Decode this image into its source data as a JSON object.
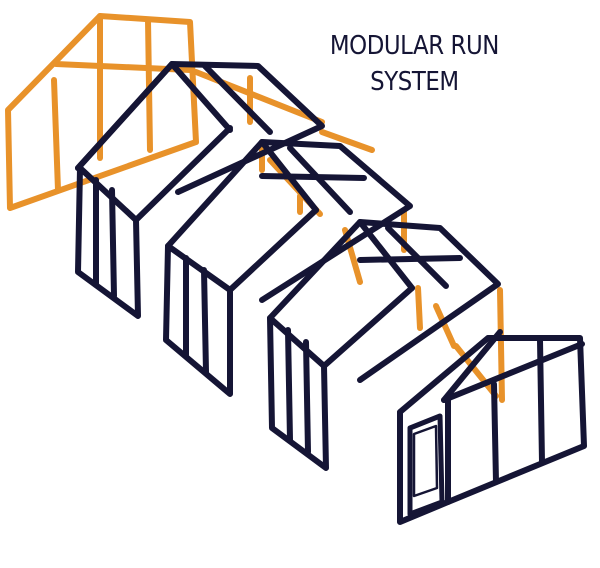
{
  "diagram": {
    "title_line_1": "MODULAR RUN",
    "title_line_2": "SYSTEM",
    "colors": {
      "frame_dark": "#151535",
      "frame_orange": "#e8922a",
      "background": "#ffffff"
    },
    "parts": [
      "end-wall-rear",
      "run-module-1",
      "run-module-2",
      "run-module-3",
      "end-wall-front-with-door"
    ]
  }
}
